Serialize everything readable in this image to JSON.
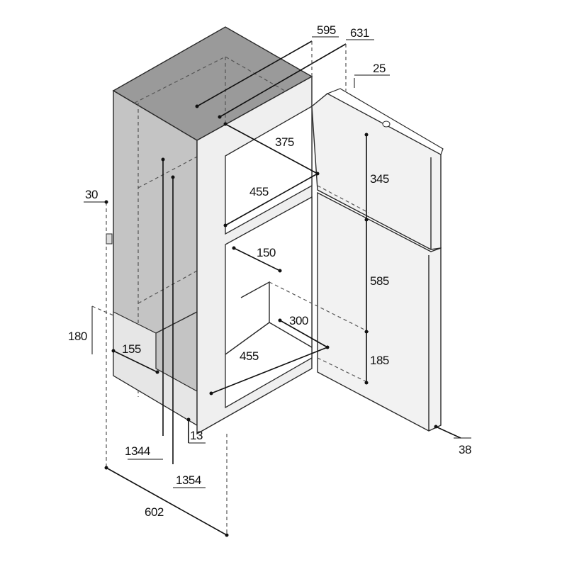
{
  "dimensions": {
    "d595": "595",
    "d631": "631",
    "d25": "25",
    "d30": "30",
    "d375": "375",
    "d455_top": "455",
    "d345": "345",
    "d150": "150",
    "d585": "585",
    "d180": "180",
    "d155": "155",
    "d300": "300",
    "d455_bottom": "455",
    "d185": "185",
    "d1344": "1344",
    "d13": "13",
    "d38": "38",
    "d1354": "1354",
    "d602": "602"
  },
  "colors": {
    "cabinet_top": "#9a9a9a",
    "cabinet_side": "#c4c4c4",
    "frame": "#efefef",
    "door": "#f2f2f2",
    "outline": "#2a2a2a"
  }
}
